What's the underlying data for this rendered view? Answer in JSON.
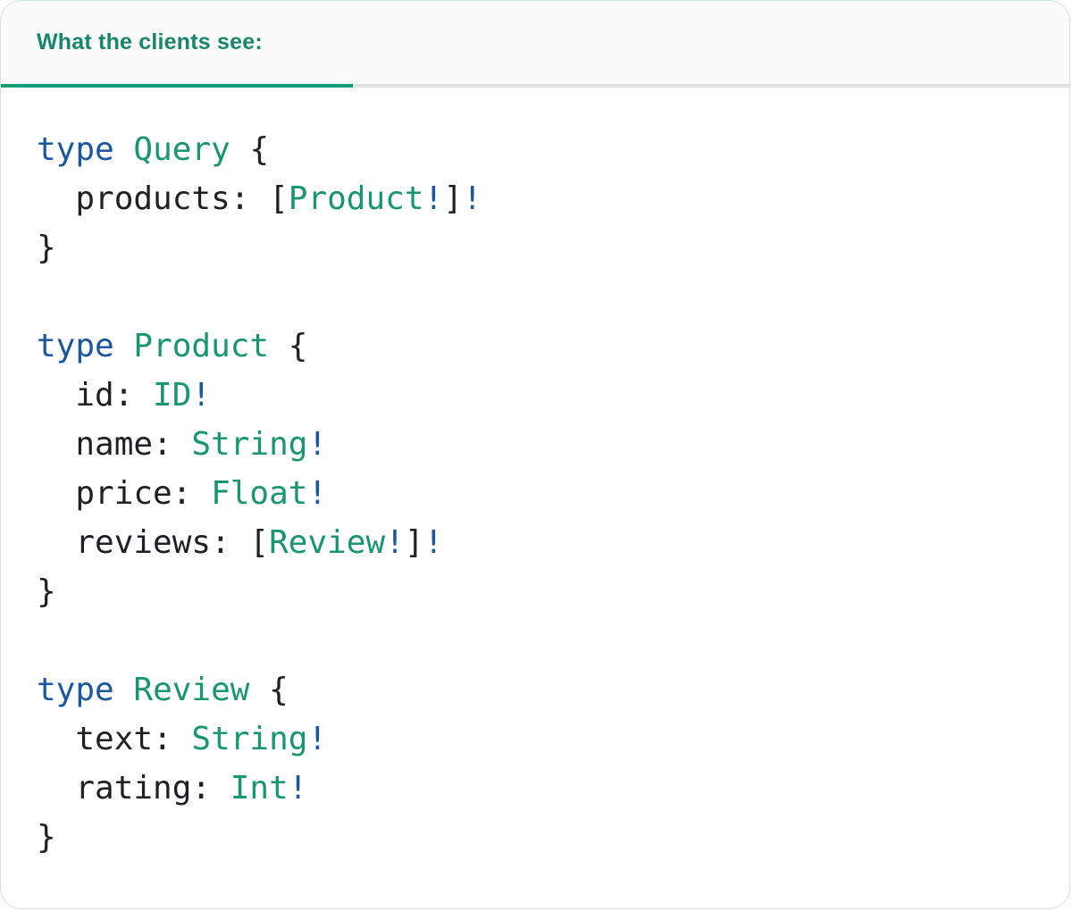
{
  "tab": {
    "label": "What the clients see:"
  },
  "colors": {
    "keyword": "#1a579e",
    "bang": "#1a579e",
    "type": "#179670",
    "text": "#1d2125",
    "header_label": "#17866c",
    "indicator": "#169c74",
    "divider": "#e2e2e2",
    "header_bg": "#fbfbfb",
    "card_bg": "#ffffff",
    "card_border": "#d5e3d9"
  },
  "code": {
    "language": "graphql",
    "lines": [
      [
        {
          "t": "type",
          "s": "kw"
        },
        {
          "t": " ",
          "s": "plain"
        },
        {
          "t": "Query",
          "s": "type"
        },
        {
          "t": " {",
          "s": "plain"
        }
      ],
      [
        {
          "t": "  products: ",
          "s": "plain"
        },
        {
          "t": "[",
          "s": "plain"
        },
        {
          "t": "Product",
          "s": "type"
        },
        {
          "t": "!",
          "s": "bang"
        },
        {
          "t": "]",
          "s": "plain"
        },
        {
          "t": "!",
          "s": "bang"
        }
      ],
      [
        {
          "t": "}",
          "s": "plain"
        }
      ],
      [],
      [
        {
          "t": "type",
          "s": "kw"
        },
        {
          "t": " ",
          "s": "plain"
        },
        {
          "t": "Product",
          "s": "type"
        },
        {
          "t": " {",
          "s": "plain"
        }
      ],
      [
        {
          "t": "  id: ",
          "s": "plain"
        },
        {
          "t": "ID",
          "s": "type"
        },
        {
          "t": "!",
          "s": "bang"
        }
      ],
      [
        {
          "t": "  name: ",
          "s": "plain"
        },
        {
          "t": "String",
          "s": "type"
        },
        {
          "t": "!",
          "s": "bang"
        }
      ],
      [
        {
          "t": "  price: ",
          "s": "plain"
        },
        {
          "t": "Float",
          "s": "type"
        },
        {
          "t": "!",
          "s": "bang"
        }
      ],
      [
        {
          "t": "  reviews: ",
          "s": "plain"
        },
        {
          "t": "[",
          "s": "plain"
        },
        {
          "t": "Review",
          "s": "type"
        },
        {
          "t": "!",
          "s": "bang"
        },
        {
          "t": "]",
          "s": "plain"
        },
        {
          "t": "!",
          "s": "bang"
        }
      ],
      [
        {
          "t": "}",
          "s": "plain"
        }
      ],
      [],
      [
        {
          "t": "type",
          "s": "kw"
        },
        {
          "t": " ",
          "s": "plain"
        },
        {
          "t": "Review",
          "s": "type"
        },
        {
          "t": " {",
          "s": "plain"
        }
      ],
      [
        {
          "t": "  text: ",
          "s": "plain"
        },
        {
          "t": "String",
          "s": "type"
        },
        {
          "t": "!",
          "s": "bang"
        }
      ],
      [
        {
          "t": "  rating: ",
          "s": "plain"
        },
        {
          "t": "Int",
          "s": "type"
        },
        {
          "t": "!",
          "s": "bang"
        }
      ],
      [
        {
          "t": "}",
          "s": "plain"
        }
      ]
    ]
  }
}
